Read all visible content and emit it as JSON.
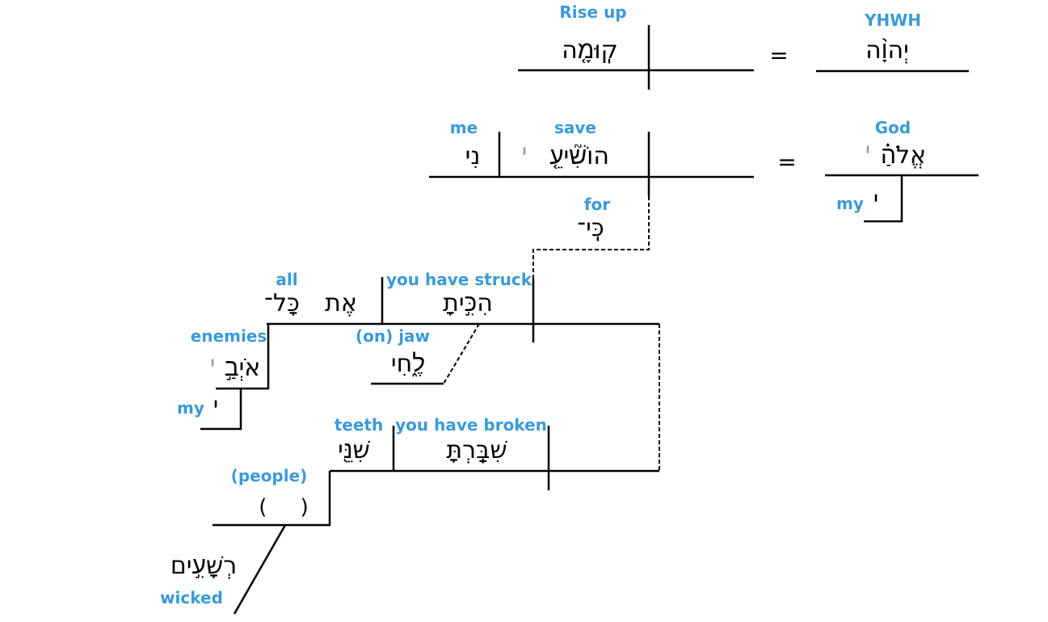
{
  "diagram": {
    "clause1": {
      "verb_hebrew": "קֽוּמָ֤ה",
      "verb_gloss": "Rise up",
      "vocative_hebrew": "יְהוָ֨ה",
      "vocative_gloss": "YHWH",
      "equals": "="
    },
    "clause2": {
      "object_hebrew": "נִי",
      "object_gloss": "me",
      "verb_hebrew": "הוֹשִׁ֘יעֵ֤",
      "verb_suffix_hebrew": "י",
      "verb_gloss": "save",
      "vocative_hebrew": "אֱלֹהַ֗",
      "vocative_suffix_hebrew": "י",
      "vocative_gloss": "God",
      "possessive_hebrew": "י",
      "possessive_gloss": "my",
      "equals": "="
    },
    "conjunction": {
      "hebrew": "כִּֽי־",
      "gloss": "for"
    },
    "clause3": {
      "verb_hebrew": "הִכִּ֣יתָ",
      "verb_gloss": "you have struck",
      "marker_hebrew": "אֶת",
      "quantifier_hebrew": "כָּל־",
      "quantifier_gloss": "all",
      "object_hebrew": "אֹיְבַ֣",
      "object_suffix_hebrew": "י",
      "object_gloss": "enemies",
      "possessive_hebrew": "י",
      "possessive_gloss": "my",
      "prep_hebrew": "לֶ֑חִי",
      "prep_gloss": "(on) jaw"
    },
    "clause4": {
      "verb_hebrew": "שִׁבַּֽרְתָּ",
      "verb_gloss": "you have broken",
      "object_hebrew": "שִׁנֵּ֖י",
      "object_gloss": "teeth",
      "implied_gloss": "(people)",
      "implied_parens": "(     )",
      "modifier_hebrew": "רְשָׁעִ֣ים",
      "modifier_gloss": "wicked"
    }
  }
}
